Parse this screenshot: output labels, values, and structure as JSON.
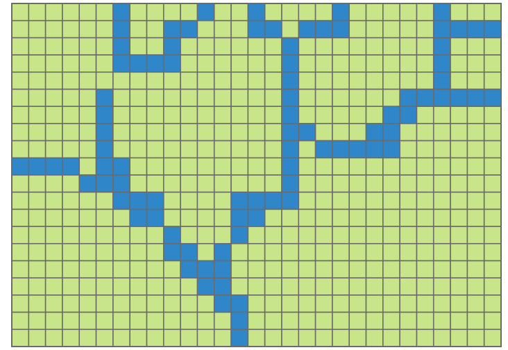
{
  "grid": {
    "rows": 20,
    "cols": 29,
    "background_color": "#ffffff",
    "cell_colors": {
      "land": "#c8e58a",
      "water": "#2f86c8",
      "gridline": "#6b6b6b"
    },
    "water_cells": [
      [
        0,
        6
      ],
      [
        0,
        11
      ],
      [
        0,
        14
      ],
      [
        0,
        19
      ],
      [
        0,
        25
      ],
      [
        1,
        6
      ],
      [
        1,
        9
      ],
      [
        1,
        10
      ],
      [
        1,
        14
      ],
      [
        1,
        15
      ],
      [
        1,
        17
      ],
      [
        1,
        18
      ],
      [
        1,
        19
      ],
      [
        1,
        25
      ],
      [
        1,
        26
      ],
      [
        1,
        27
      ],
      [
        1,
        28
      ],
      [
        2,
        6
      ],
      [
        2,
        9
      ],
      [
        2,
        16
      ],
      [
        2,
        25
      ],
      [
        3,
        6
      ],
      [
        3,
        7
      ],
      [
        3,
        8
      ],
      [
        3,
        9
      ],
      [
        3,
        16
      ],
      [
        3,
        25
      ],
      [
        4,
        16
      ],
      [
        4,
        25
      ],
      [
        5,
        5
      ],
      [
        5,
        16
      ],
      [
        5,
        23
      ],
      [
        5,
        24
      ],
      [
        5,
        25
      ],
      [
        5,
        26
      ],
      [
        5,
        27
      ],
      [
        5,
        28
      ],
      [
        6,
        5
      ],
      [
        6,
        16
      ],
      [
        6,
        22
      ],
      [
        6,
        23
      ],
      [
        7,
        5
      ],
      [
        7,
        16
      ],
      [
        7,
        17
      ],
      [
        7,
        21
      ],
      [
        7,
        22
      ],
      [
        8,
        5
      ],
      [
        8,
        16
      ],
      [
        8,
        18
      ],
      [
        8,
        19
      ],
      [
        8,
        20
      ],
      [
        8,
        21
      ],
      [
        8,
        22
      ],
      [
        9,
        0
      ],
      [
        9,
        1
      ],
      [
        9,
        2
      ],
      [
        9,
        3
      ],
      [
        9,
        5
      ],
      [
        9,
        6
      ],
      [
        9,
        16
      ],
      [
        10,
        4
      ],
      [
        10,
        5
      ],
      [
        10,
        6
      ],
      [
        10,
        16
      ],
      [
        11,
        6
      ],
      [
        11,
        7
      ],
      [
        11,
        8
      ],
      [
        11,
        13
      ],
      [
        11,
        14
      ],
      [
        11,
        15
      ],
      [
        11,
        16
      ],
      [
        12,
        7
      ],
      [
        12,
        8
      ],
      [
        12,
        13
      ],
      [
        12,
        14
      ],
      [
        13,
        9
      ],
      [
        13,
        13
      ],
      [
        14,
        9
      ],
      [
        14,
        10
      ],
      [
        14,
        12
      ],
      [
        15,
        10
      ],
      [
        15,
        11
      ],
      [
        15,
        12
      ],
      [
        16,
        11
      ],
      [
        16,
        12
      ],
      [
        17,
        12
      ],
      [
        17,
        13
      ],
      [
        18,
        13
      ],
      [
        19,
        13
      ]
    ]
  }
}
